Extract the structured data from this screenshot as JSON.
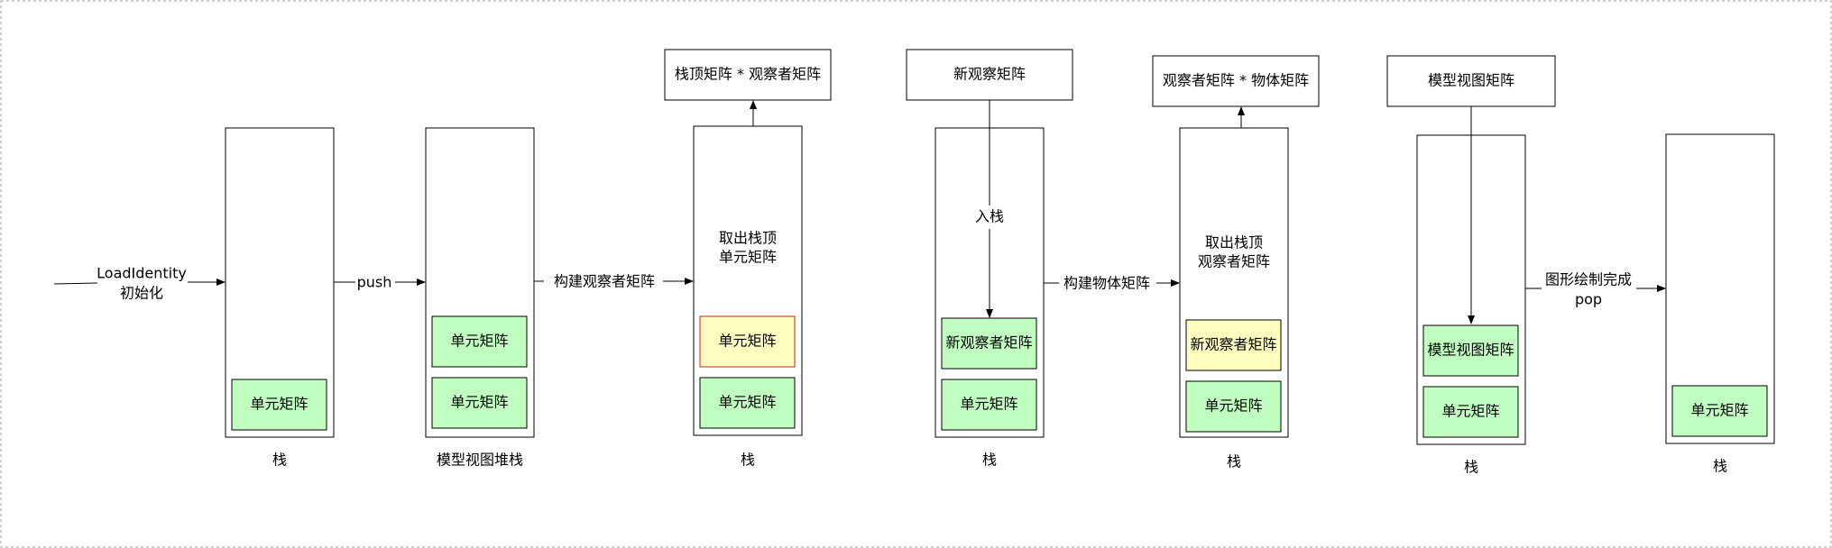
{
  "colors": {
    "stroke": "#000000",
    "cell_green": "#c0ffc0",
    "cell_yellow": "#ffffc0",
    "highlight_border": "#d01c1c",
    "frame_dash": "#a0a0a0"
  },
  "stack_labels": {
    "s1": "栈",
    "s2": "模型视图堆栈",
    "s3": "栈",
    "s4": "栈",
    "s5": "栈",
    "s6": "栈",
    "s7": "栈"
  },
  "cells": {
    "s1_c1": "单元矩阵",
    "s2_c1": "单元矩阵",
    "s2_c2": "单元矩阵",
    "s3_c1": "单元矩阵",
    "s3_c2": "单元矩阵",
    "s4_c1": "新观察者矩阵",
    "s4_c2": "单元矩阵",
    "s5_c1": "新观察者矩阵",
    "s5_c2": "单元矩阵",
    "s6_c1": "模型视图矩阵",
    "s6_c2": "单元矩阵",
    "s7_c1": "单元矩阵"
  },
  "top_boxes": {
    "t3": "栈顶矩阵 * 观察者矩阵",
    "t4": "新观察矩阵",
    "t5": "观察者矩阵 * 物体矩阵",
    "t6": "模型视图矩阵"
  },
  "inner_text": {
    "s3_line1": "取出栈顶",
    "s3_line2": "单元矩阵",
    "s4": "入栈",
    "s5_line1": "取出栈顶",
    "s5_line2": "观察者矩阵"
  },
  "arrow_labels": {
    "a0_line1": "LoadIdentity",
    "a0_line2": "初始化",
    "a1": "push",
    "a2": "构建观察者矩阵",
    "a3": "构建物体矩阵",
    "a4_line1": "图形绘制完成",
    "a4_line2": "pop"
  }
}
